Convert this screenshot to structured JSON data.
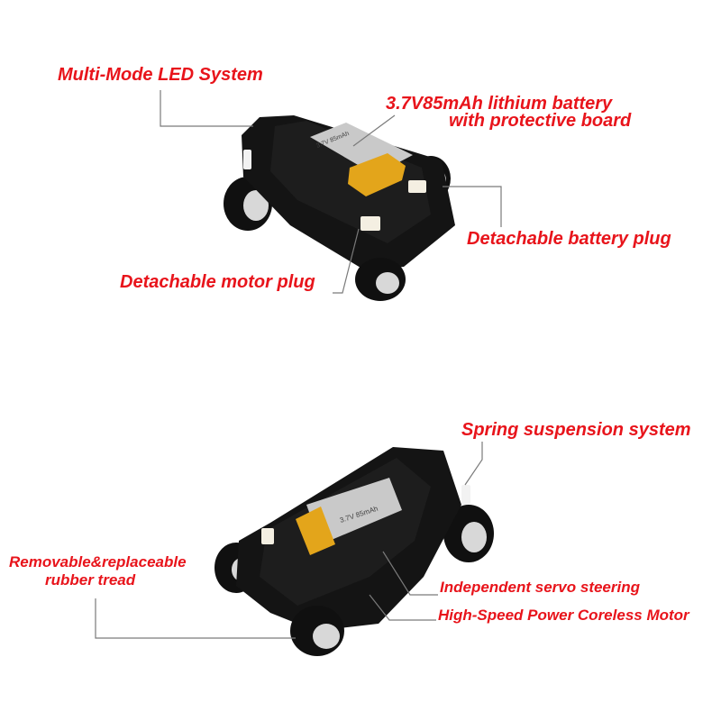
{
  "colors": {
    "label": "#e8141b",
    "leader": "#7a7a7a",
    "chassis": "#141414",
    "pcb": "#1d1d1d",
    "battery_wrap": "#e3a51b",
    "battery_body": "#c9c9c9",
    "tire": "#101010",
    "hub": "#d8d8d8",
    "led": "#f2f2f2"
  },
  "top_view": {
    "led_label": "Multi-Mode LED System",
    "battery_label_line1": "3.7V85mAh lithium battery",
    "battery_label_line2": "with protective board",
    "battery_plug_label": "Detachable battery plug",
    "motor_plug_label": "Detachable motor plug",
    "battery_print": "3.7V 85mAh"
  },
  "bottom_view": {
    "suspension_label": "Spring suspension system",
    "tread_label_line1": "Removable&replaceable",
    "tread_label_line2": "rubber tread",
    "servo_label": "Independent servo steering",
    "motor_label": "High-Speed Power Coreless Motor",
    "battery_print": "3.7V 85mAh"
  }
}
